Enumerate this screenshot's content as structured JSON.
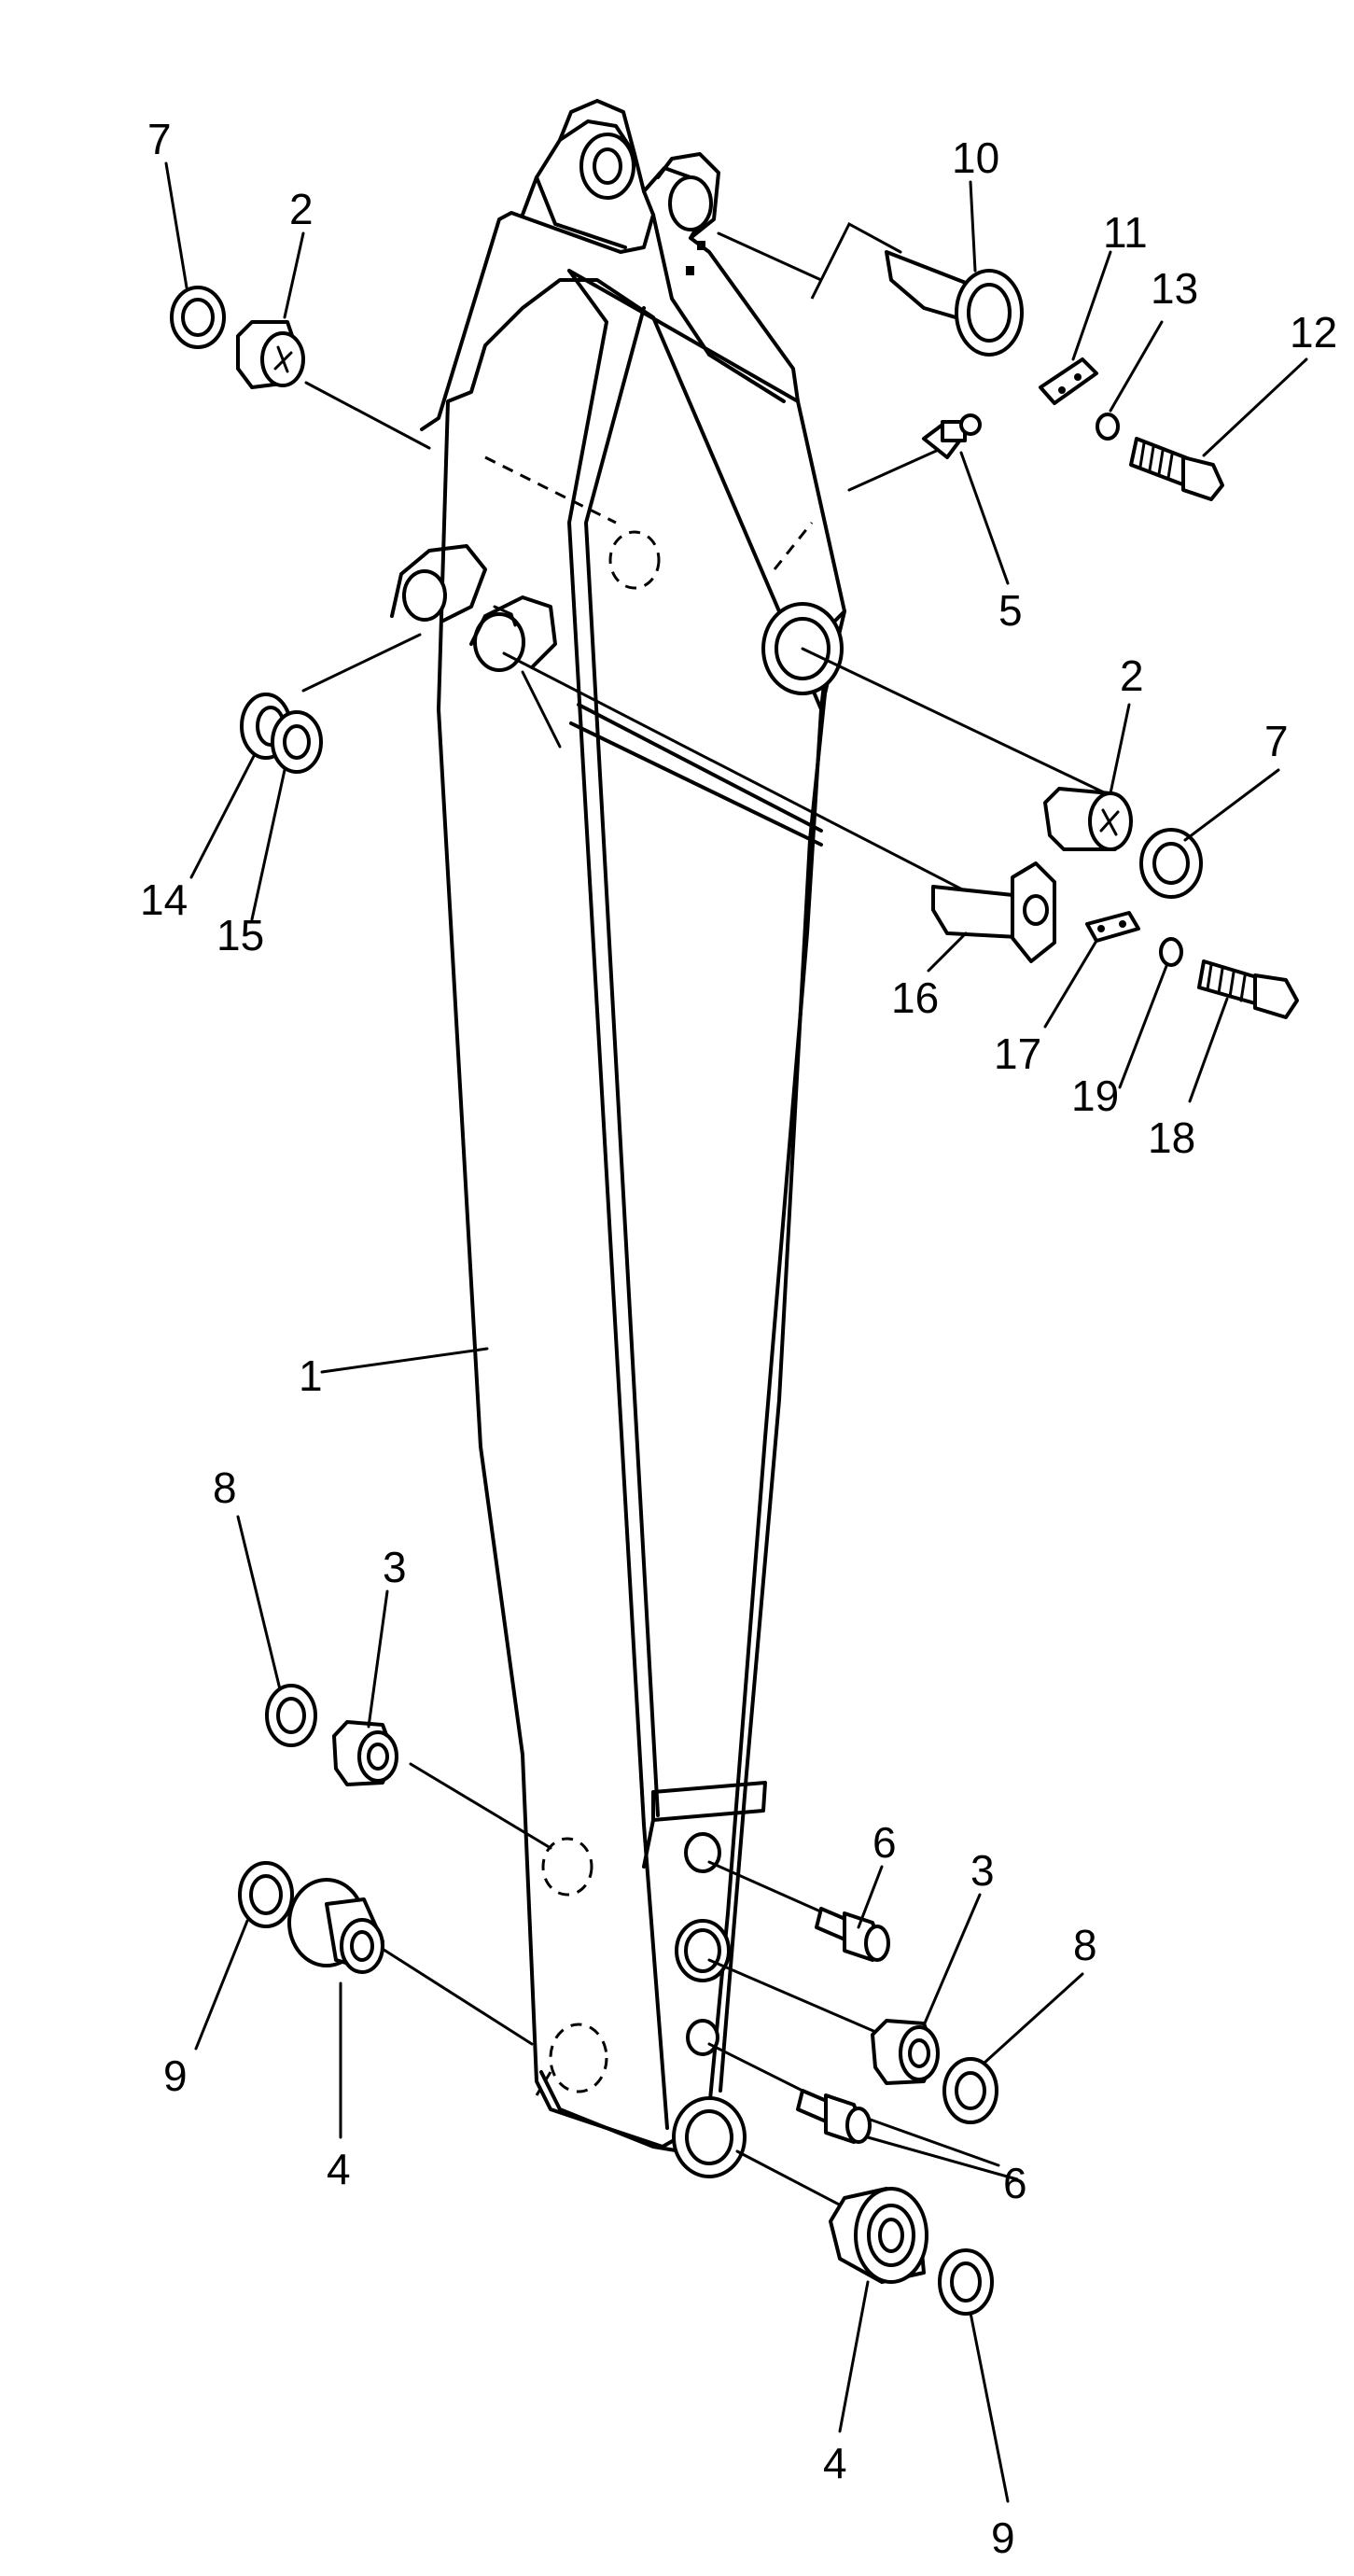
{
  "labels": {
    "l1": "1",
    "l2a": "2",
    "l2b": "2",
    "l3a": "3",
    "l3b": "3",
    "l4a": "4",
    "l4b": "4",
    "l5": "5",
    "l6a": "6",
    "l6b": "6",
    "l7a": "7",
    "l7b": "7",
    "l8a": "8",
    "l8b": "8",
    "l9a": "9",
    "l9b": "9",
    "l10": "10",
    "l11": "11",
    "l12": "12",
    "l13": "13",
    "l14": "14",
    "l15": "15",
    "l16": "16",
    "l17": "17",
    "l18": "18",
    "l19": "19"
  }
}
